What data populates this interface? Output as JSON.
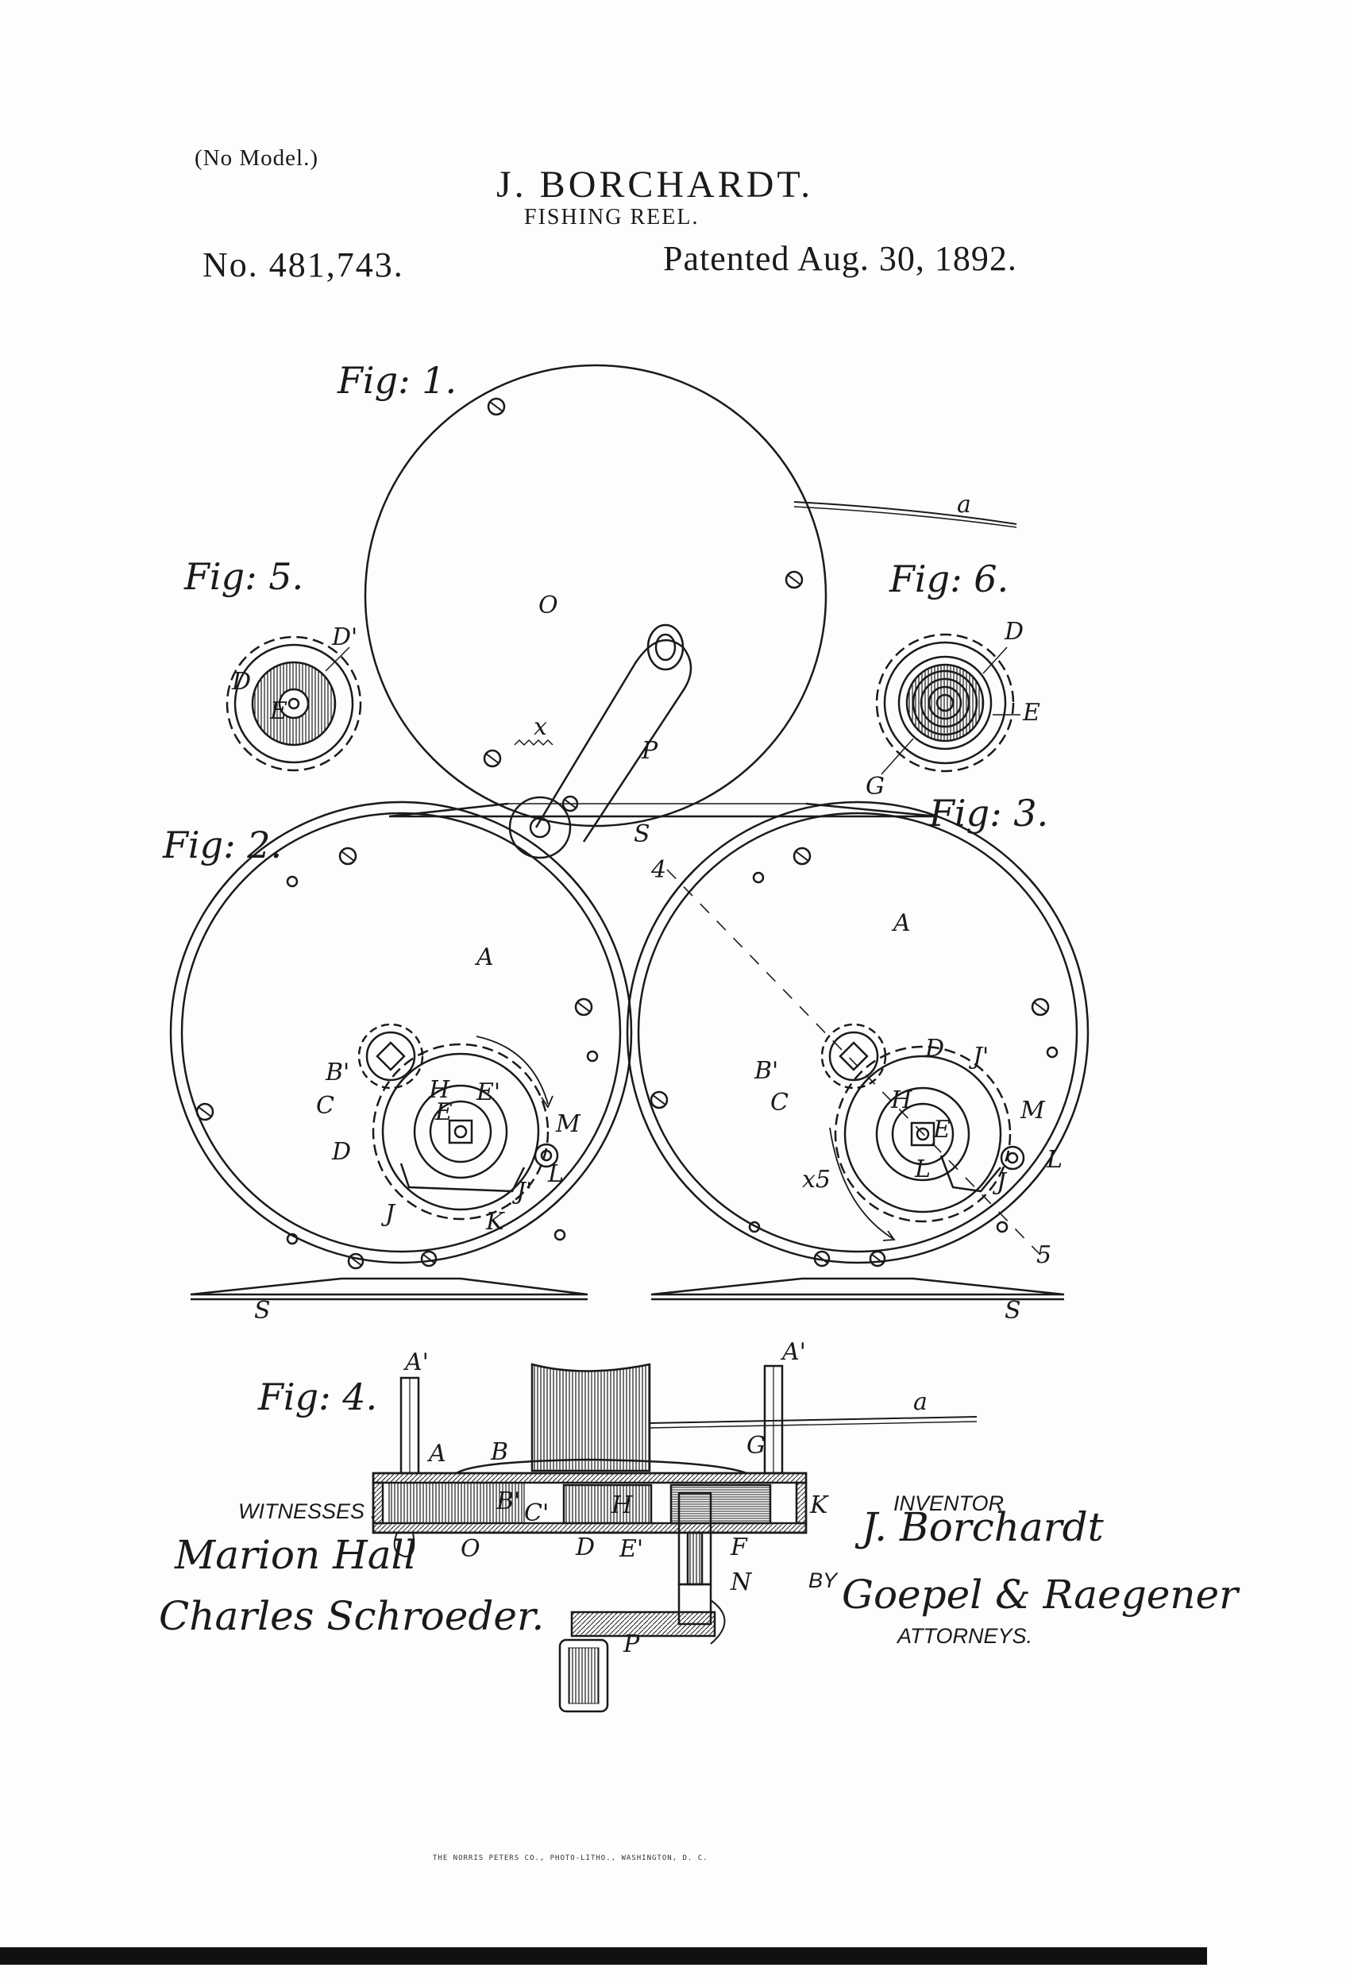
{
  "header": {
    "no_model": "(No Model.)",
    "inventor": "J. BORCHARDT.",
    "title": "FISHING REEL.",
    "patent_number": "No. 481,743.",
    "patented_date": "Patented Aug. 30, 1892."
  },
  "figures": {
    "fig1": "Fig: 1.",
    "fig2": "Fig: 2.",
    "fig3": "Fig: 3.",
    "fig4": "Fig: 4.",
    "fig5": "Fig: 5.",
    "fig6": "Fig: 6."
  },
  "labels": {
    "a": "a",
    "O": "O",
    "P": "P",
    "S": "S",
    "x": "x",
    "A": "A",
    "A_prime": "A'",
    "B": "B",
    "B_prime": "B'",
    "C": "C",
    "C_prime": "C'",
    "D": "D",
    "D_prime": "D'",
    "E": "E",
    "E_prime": "E'",
    "F": "F",
    "G": "G",
    "H": "H",
    "J": "J",
    "J_prime": "J'",
    "K": "K",
    "L": "L",
    "M": "M",
    "N": "N",
    "n4": "4",
    "n5": "5",
    "x5": "x5"
  },
  "footer": {
    "witnesses_label": "WITNESSES :",
    "witness_1": "Marion Hall",
    "witness_2": "Charles Schroeder.",
    "inventor_label": "INVENTOR",
    "inventor_signature": "J. Borchardt",
    "by_label": "BY",
    "attorney_signature": "Goepel & Raegener",
    "attorneys_label": "ATTORNEYS.",
    "printer": "THE NORRIS PETERS CO., PHOTO-LITHO., WASHINGTON, D. C."
  },
  "colors": {
    "ink": "#1a1a1a",
    "paper": "#fdfdfb"
  }
}
